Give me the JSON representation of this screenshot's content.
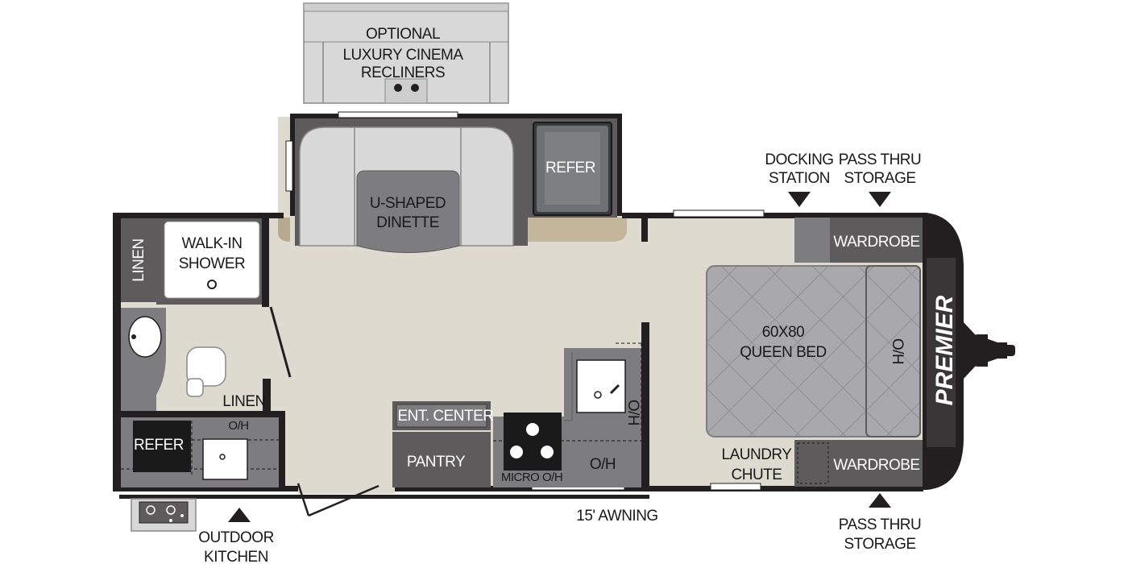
{
  "labels": {
    "recliners": [
      "OPTIONAL",
      "LUXURY CINEMA",
      "RECLINERS"
    ],
    "dinette": [
      "U-SHAPED",
      "DINETTE"
    ],
    "refer_top": "REFER",
    "docking": [
      "DOCKING",
      "STATION"
    ],
    "pass_thru_top": [
      "PASS THRU",
      "STORAGE"
    ],
    "wardrobe_top": "WARDROBE",
    "wardrobe_bottom": "WARDROBE",
    "linen_left": "LINEN",
    "walk_in_shower": [
      "WALK-IN",
      "SHOWER"
    ],
    "linen_bath": "LINEN",
    "bed": [
      "60X80",
      "QUEEN BED"
    ],
    "bed_oh": "O/H",
    "refer_outdoor": "REFER",
    "outdoor_oh": "O/H",
    "ent_center": "ENT. CENTER",
    "pantry": "PANTRY",
    "micro_oh": "MICRO O/H",
    "kitchen_oh": "O/H",
    "sink_oh": "O/H",
    "laundry": [
      "LAUNDRY",
      "CHUTE"
    ],
    "awning": "15' AWNING",
    "outdoor_kitchen": [
      "OUTDOOR",
      "KITCHEN"
    ],
    "pass_thru_bottom": [
      "PASS THRU",
      "STORAGE"
    ],
    "brand": "PREMIER"
  },
  "colors": {
    "floor": "#dedad0",
    "wall": "#231f20",
    "cabinet_dark": "#5d5b5c",
    "cabinet_mid": "#8e8d8e",
    "counter": "#7d7c7e",
    "cushion": "#d9d8d9",
    "bed": "#a9a8aa",
    "appliance": "#222222"
  }
}
